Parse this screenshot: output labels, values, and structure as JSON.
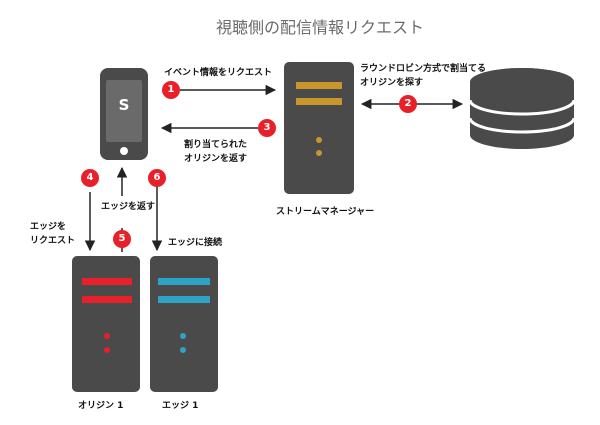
{
  "title": "視聴側の配信情報リクエスト",
  "phone": {
    "letter": "S"
  },
  "steps": {
    "s1": {
      "num": "1",
      "label": "イベント情報をリクエスト"
    },
    "s2": {
      "num": "2",
      "label_line1": "ラウンドロビン方式で割当てる",
      "label_line2": "オリジンを探す"
    },
    "s3": {
      "num": "3",
      "label_line1": "割り当てられた",
      "label_line2": "オリジンを返す"
    },
    "s4": {
      "num": "4",
      "label_line1": "エッジを",
      "label_line2": "リクエスト"
    },
    "s5": {
      "num": "5",
      "label": "エッジを返す"
    },
    "s6": {
      "num": "6",
      "label": "エッジに接続"
    }
  },
  "nodes": {
    "stream_manager": "ストリームマネージャー",
    "origin": "オリジン 1",
    "edge": "エッジ 1"
  },
  "colors": {
    "dark": "#4a4a4a",
    "red": "#e8202a",
    "gold": "#c9962b",
    "blue": "#2fa3c6",
    "arrow": "#222222"
  }
}
